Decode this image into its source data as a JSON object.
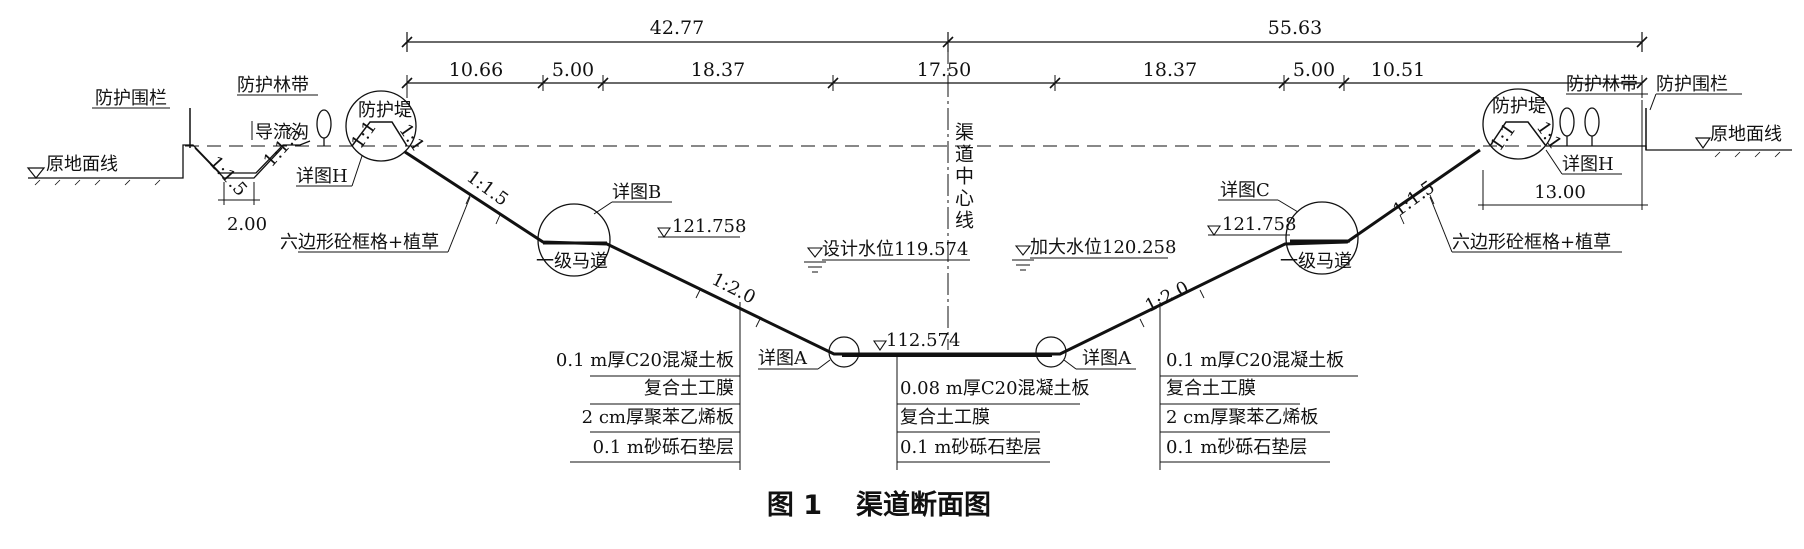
{
  "overall_dimensions": {
    "left": "42.77",
    "right": "55.63"
  },
  "segment_dimensions": [
    "10.66",
    "5.00",
    "18.37",
    "17.50",
    "18.37",
    "5.00",
    "10.51"
  ],
  "left_side": {
    "fence": "防护围栏",
    "tree_belt": "防护林带",
    "drain": "导流沟",
    "embankment": "防护堤",
    "ground_line": "原地面线",
    "drain_slope_a": "1:1.5",
    "drain_slope_b": "1:1.5",
    "embankment_slope_a": "1:1",
    "embankment_slope_b": "1:1",
    "detail_h": "详图H",
    "drain_width": "2.00",
    "upper_slope": "1:1.5",
    "slope_protection": "六边形砼框格+植草",
    "detail_b": "详图B",
    "berm_elevation": "121.758",
    "berm": "一级马道",
    "lower_slope": "1:2.0",
    "detail_a": "详图A",
    "layers": [
      "0.1 m厚C20混凝土板",
      "复合土工膜",
      "2 cm厚聚苯乙烯板",
      "0.1 m砂砾石垫层"
    ]
  },
  "center": {
    "centerline_label": "渠道中心线",
    "design_water_level": "设计水位119.574",
    "bottom_elevation": "112.574",
    "bottom_layers": [
      "0.08 m厚C20混凝土板",
      "复合土工膜",
      "0.1 m砂砾石垫层"
    ]
  },
  "right_side": {
    "fence": "防护围栏",
    "tree_belt": "防护林带",
    "embankment": "防护堤",
    "embankment_slope_a": "1:1",
    "embankment_slope_b": "1:1",
    "ground_line": "原地面线",
    "detail_h": "详图H",
    "embankment_width": "13.00",
    "upper_slope": "1:1.5",
    "slope_protection": "六边形砼框格+植草",
    "detail_c": "详图C",
    "berm_elevation": "121.758",
    "berm": "一级马道",
    "max_water_level": "加大水位120.258",
    "lower_slope": "1:2.0",
    "detail_a": "详图A",
    "layers": [
      "0.1 m厚C20混凝土板",
      "复合土工膜",
      "2 cm厚聚苯乙烯板",
      "0.1 m砂砾石垫层"
    ]
  },
  "caption": {
    "number": "图 1",
    "title": "渠道断面图"
  }
}
